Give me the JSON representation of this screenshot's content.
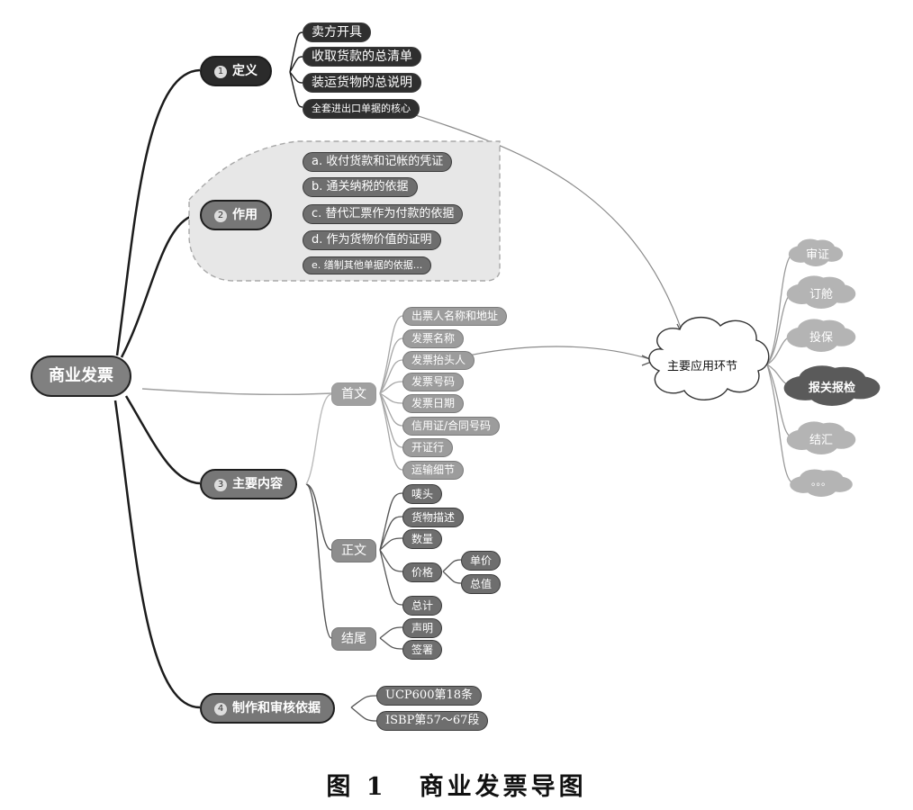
{
  "root": {
    "label": "商业发票"
  },
  "branches": [
    {
      "number": "1",
      "label": "定义",
      "children": [
        "卖方开具",
        "收取货款的总清单",
        "装运货物的总说明",
        "全套进出口单据的核心"
      ]
    },
    {
      "number": "2",
      "label": "作用",
      "children": [
        "a. 收付货款和记帐的凭证",
        "b. 通关纳税的依据",
        "c. 替代汇票作为付款的依据",
        "d. 作为货物价值的证明",
        "e. 缮制其他单据的依据..."
      ]
    },
    {
      "number": "3",
      "label": "主要内容",
      "sections": [
        {
          "label": "首文",
          "children": [
            "出票人名称和地址",
            "发票名称",
            "发票抬头人",
            "发票号码",
            "发票日期",
            "信用证/合同号码",
            "开证行",
            "运输细节"
          ]
        },
        {
          "label": "正文",
          "children": [
            "唛头",
            "货物描述",
            "数量",
            "价格",
            "总计"
          ],
          "price_children": [
            "单价",
            "总值"
          ]
        },
        {
          "label": "结尾",
          "children": [
            "声明",
            "签署"
          ]
        }
      ]
    },
    {
      "number": "4",
      "label": "制作和审核依据",
      "children": [
        "UCP600第18条",
        "ISBP第57～67段"
      ]
    }
  ],
  "application": {
    "label": "主要应用环节",
    "items": [
      "审证",
      "订舱",
      "投保",
      "报关报检",
      "结汇",
      "。。。"
    ]
  },
  "caption": {
    "figure": "图 1",
    "title": "商业发票导图"
  },
  "colors": {
    "dark": "#2f2f2f",
    "mid": "#6e6e6e",
    "light": "#9c9c9c",
    "cloud_dark": "#5a5a5a",
    "cloud_light": "#b4b4b4"
  }
}
